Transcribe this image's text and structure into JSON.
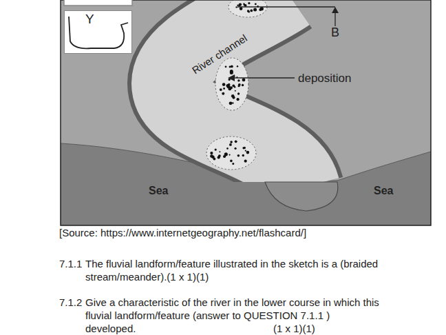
{
  "diagram": {
    "nodes": [
      {
        "text": [
          "Y"
        ]
      }
    ],
    "labels": [
      "B",
      "River channel",
      "deposition",
      "Sea",
      "Sea",
      "[Source: https://www.internetgeography.net/flashcard/]",
      "7.1.1",
      "The fluvial landform/feature illustrated in the sketch is a (braided stream/meander).(1 x 1)(1)",
      "7.1.2",
      "Give a characteristic of the river in the lower course in which this fluvial landform/feature (answer to QUESTION 7.1.1 ) developed.",
      "(1 x 1)(1)"
    ]
  }
}
